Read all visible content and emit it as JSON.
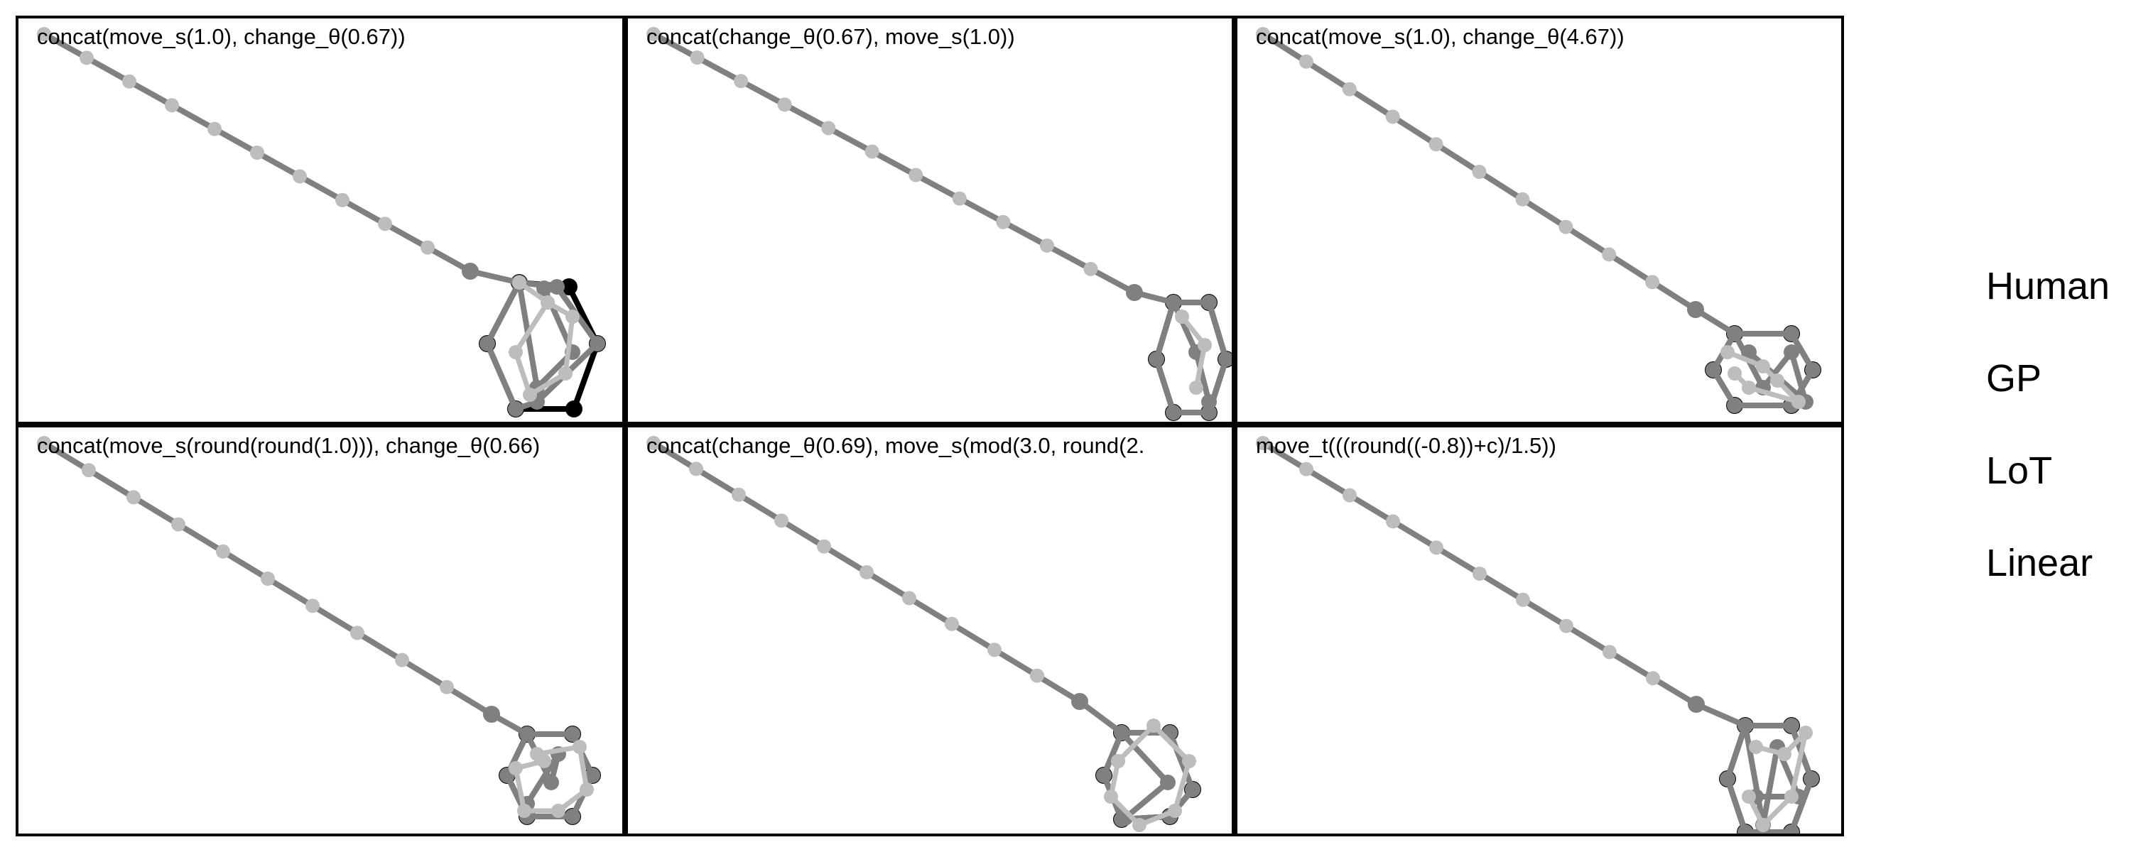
{
  "panels": [
    {
      "label": "concat(move_s(1.0), change_θ(0.67))"
    },
    {
      "label": "concat(change_θ(0.67), move_s(1.0))"
    },
    {
      "label": "concat(move_s(1.0), change_θ(4.67))"
    },
    {
      "label": "concat(move_s(round(round(1.0))), change_θ(0.66)"
    },
    {
      "label": "concat(change_θ(0.69), move_s(mod(3.0, round(2."
    },
    {
      "label": "move_t(((round((-0.8))+c)/1.5))"
    }
  ],
  "legend": [
    "Human",
    "GP",
    "LoT",
    "Linear"
  ],
  "colors": {
    "human": "#000000",
    "gp": "#808080",
    "lot": "#bdbdbd",
    "linear": "#bdbdbd",
    "frame": "#000000"
  }
}
